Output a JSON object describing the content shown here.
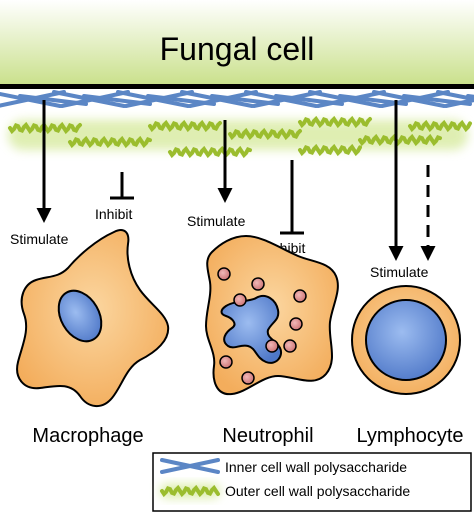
{
  "title": "Fungal cell",
  "labels": {
    "stimulate": "Stimulate",
    "inhibit": "Inhibit"
  },
  "cells": {
    "macrophage": "Macrophage",
    "neutrophil": "Neutrophil",
    "lymphocyte": "Lymphocyte"
  },
  "legend": {
    "inner": "Inner cell wall polysaccharide",
    "outer": "Outer cell wall polysaccharide"
  },
  "colors": {
    "fungal_top": "#ffffff",
    "fungal_bottom": "#c9e08a",
    "inner_polysaccharide": "#5b86c5",
    "outer_polysaccharide": "#9bbd2e",
    "outer_glow": "#e2f0b8",
    "cell_body": "#f5b972",
    "cell_stroke": "#000000",
    "nucleus": "#6f95dc",
    "granule": "#d98a8a"
  }
}
